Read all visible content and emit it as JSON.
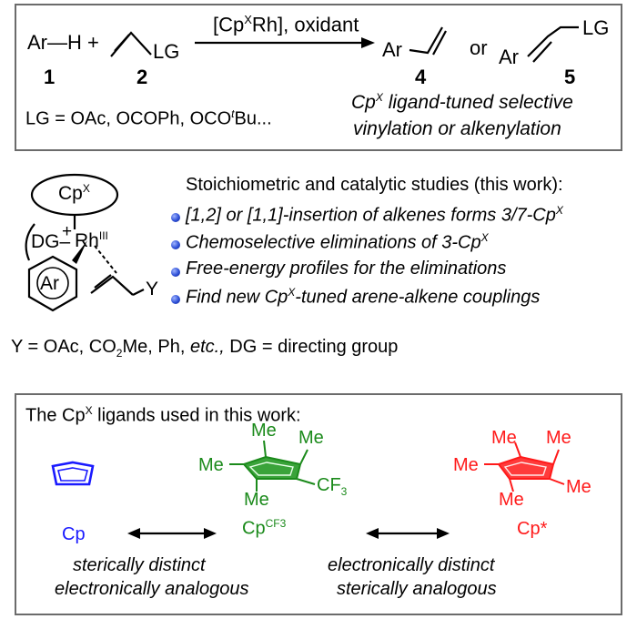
{
  "reaction": {
    "arh": "Ar—H",
    "num1": "1",
    "plus": "+",
    "lg": "LG",
    "num2": "2",
    "catalyst": "[Cp",
    "catalyst_sup": "X",
    "catalyst_tail": "Rh], oxidant",
    "ar4": "Ar",
    "num4": "4",
    "or": "or",
    "ar5": "Ar",
    "lg5": "LG",
    "num5": "5",
    "lg_def": "LG = OAc, OCOPh, OCO",
    "lg_def_sup": "t",
    "lg_def_tail": "Bu...",
    "ligand_line1_a": "Cp",
    "ligand_line1_sup": "X",
    "ligand_line1_b": " ligand-tuned selective",
    "ligand_line2": "vinylation or alkenylation"
  },
  "complex": {
    "cpx": "Cp",
    "cpx_sup": "X",
    "plus": "+",
    "dg": "DG–",
    "rh": "Rh",
    "rh_sup": "III",
    "y": "Y",
    "ar": "Ar"
  },
  "studies": {
    "heading": "Stoichiometric and catalytic studies (this work):",
    "items": [
      {
        "a": "[1,2] or [1,1]-insertion of alkenes forms 3/7-Cp",
        "sup": "X",
        "b": ""
      },
      {
        "a": "Chemoselective eliminations of 3-Cp",
        "sup": "X",
        "b": ""
      },
      {
        "a": "Free-energy profiles for the eliminations",
        "sup": "",
        "b": ""
      },
      {
        "a": "Find new Cp",
        "sup": "X",
        "b": "-tuned arene-alkene couplings"
      }
    ]
  },
  "y_def": {
    "a": "Y = OAc, CO",
    "sub": "2",
    "b": "Me, Ph, ",
    "etc": "etc.,",
    "c": " DG = directing group"
  },
  "ligands": {
    "heading_a": "The Cp",
    "heading_sup": "X",
    "heading_b": " ligands used in this work:",
    "cp_label": "Cp",
    "cpcf3_label": "Cp",
    "cpcf3_sup": "CF3",
    "cpstar_label": "Cp*",
    "me": "Me",
    "cf3": "CF",
    "cf3_sub": "3",
    "left_compare_1": "sterically distinct",
    "left_compare_2": "electronically analogous",
    "right_compare_1": "electronically distinct",
    "right_compare_2": "sterically analogous"
  },
  "colors": {
    "cp": "#1a1aff",
    "cpcf3": "#1b8a1b",
    "cpstar": "#ff1a1a",
    "frame": "#6b6b6b"
  }
}
